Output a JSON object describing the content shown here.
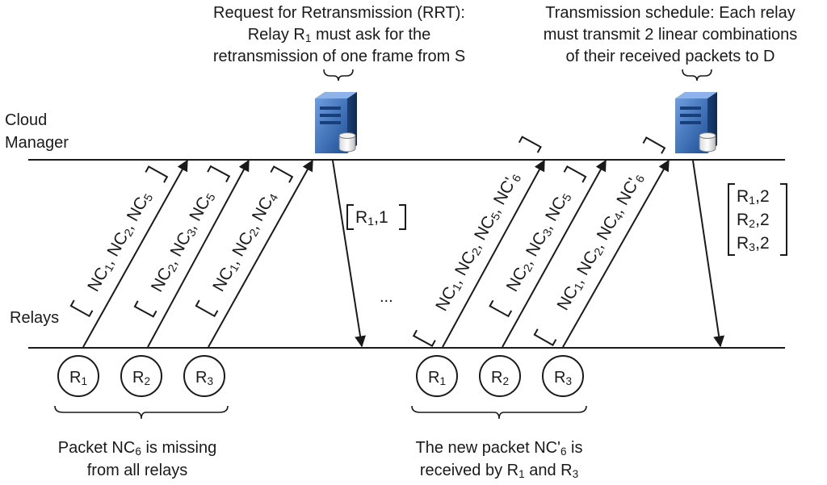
{
  "lanes": {
    "cloud_manager": [
      "Cloud",
      "Manager"
    ],
    "relays": "Relays"
  },
  "annotations": {
    "rrt": [
      "Request for Retransmission (RRT):",
      "Relay R|1| must ask for the",
      "retransmission of one frame from S"
    ],
    "schedule": [
      "Transmission schedule: Each relay",
      "must transmit 2 linear combinations",
      "of their received packets to D"
    ]
  },
  "ellipsis": "...",
  "relay_groups": [
    {
      "nodes": [
        "R|1|",
        "R|2|",
        "R|3|"
      ],
      "caption": [
        "Packet NC|6| is missing",
        "from all relays"
      ]
    },
    {
      "nodes": [
        "R|1|",
        "R|2|",
        "R|3|"
      ],
      "caption": [
        "The new packet NC'|6| is",
        "received by R|1| and R|3|"
      ]
    }
  ],
  "uplink_messages": [
    "NC|1|, NC|2|, NC|5|",
    "NC|2|, NC|3|, NC|5|",
    "NC|1|, NC|2|, NC|4|",
    "NC|1|, NC|2|, NC|5|, NC'|6|",
    "NC|2|, NC|3|, NC|5|",
    "NC|1|, NC|2|, NC|4|, NC'|6|"
  ],
  "downlink_messages": [
    [
      "R|1|,1"
    ],
    [
      "R|1|,2",
      "R|2|,2",
      "R|3|,2"
    ]
  ],
  "colors": {
    "server_dark": "#17407a",
    "server_light": "#5b8fd1",
    "line": "#1a1a1a"
  }
}
